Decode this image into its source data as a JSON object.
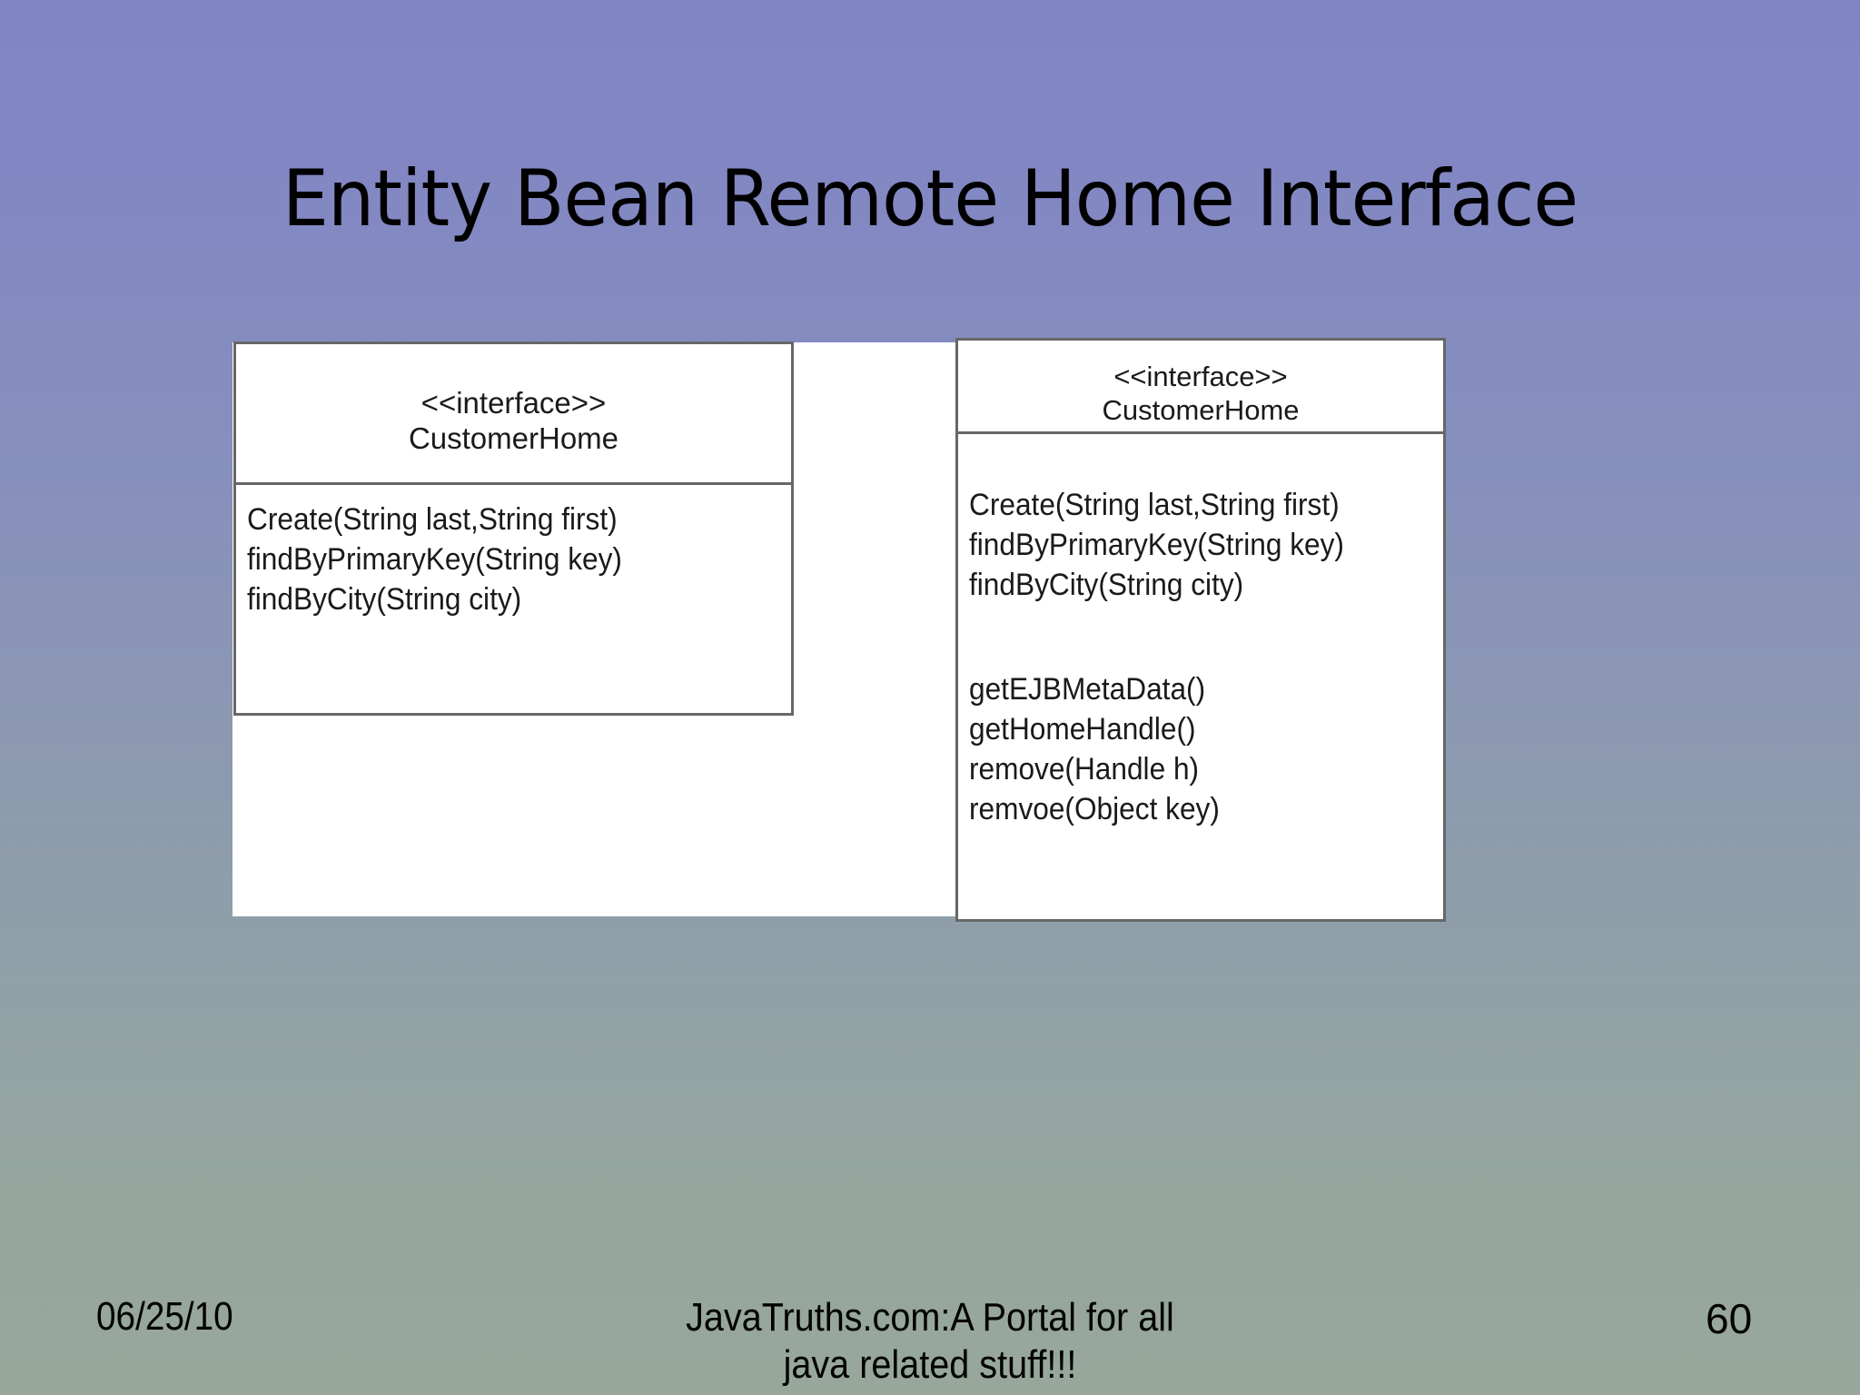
{
  "slide": {
    "title": "Entity Bean Remote Home Interface",
    "page_number": "60",
    "background": {
      "gradient_top_color": "#8086c4",
      "gradient_mid_color": "#8b97b3",
      "gradient_bottom_color": "#98a79c"
    }
  },
  "diagram": {
    "type": "uml-class-diagram",
    "border_color": "#676767",
    "fill_color": "#ffffff",
    "boxes": [
      {
        "id": "left-class-box",
        "stereotype": "<<interface>>",
        "class_name": "CustomerHome",
        "methods": [
          "Create(String last,String first)",
          "findByPrimaryKey(String key)",
          "findByCity(String city)"
        ],
        "inherited_methods": []
      },
      {
        "id": "right-class-box",
        "stereotype": "<<interface>>",
        "class_name": "CustomerHome",
        "methods": [
          "Create(String last,String first)",
          "findByPrimaryKey(String key)",
          "findByCity(String city)"
        ],
        "inherited_methods": [
          "getEJBMetaData()",
          "getHomeHandle()",
          "remove(Handle h)",
          "remvoe(Object key)"
        ]
      }
    ]
  },
  "footer": {
    "date": "06/25/10",
    "center_line1": "JavaTruths.com:A Portal for all",
    "center_line2": "java related stuff!!!",
    "page_number": "60"
  }
}
